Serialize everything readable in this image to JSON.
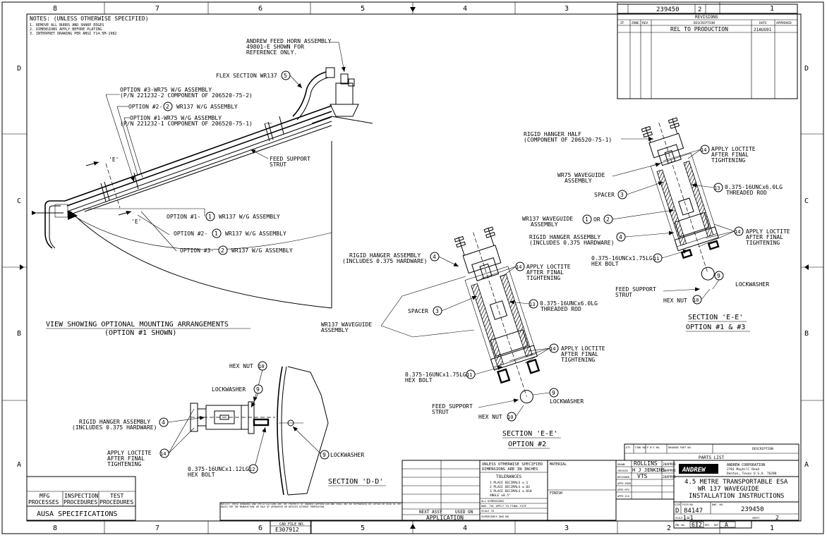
{
  "border": {
    "col_labels": [
      "8",
      "7",
      "6",
      "5",
      "4",
      "3",
      "2",
      "1"
    ],
    "row_labels": [
      "D",
      "C",
      "B",
      "A"
    ]
  },
  "notes": {
    "title": "NOTES: (UNLESS OTHERWISE SPECIFIED)",
    "lines": [
      "1. REMOVE ALL BURRS AND SHARP EDGES",
      "2. DIMENSIONS APPLY BEFORE PLATING",
      "3. INTERPRET DRAWING PER ANSI Y14.5M-1982"
    ]
  },
  "top_right_block": {
    "dwg_no": "239450",
    "rev": "2"
  },
  "revisions": {
    "title": "REVISIONS",
    "headers": [
      "ZF",
      "ZONE",
      "REV",
      "DESCRIPTION",
      "DATE",
      "APPROVED"
    ],
    "rows": [
      {
        "description": "REL TO PRODUCTION",
        "date": "21AUG91"
      }
    ]
  },
  "view_main": {
    "feed_horn_callout": [
      "ANDREW FEED HORN ASSEMBLY",
      "49801-E SHOWN FOR",
      "REFERENCE ONLY."
    ],
    "flex_section": "FLEX SECTION WR137",
    "flex_bubble": "5",
    "opt3_wr75_line1": "OPTION #3-WR75 W/G ASSEMBLY",
    "opt3_wr75_line2": "(P/N 221232-2 COMPONENT OF 206520-75-2)",
    "opt2_prefix": "OPTION #2-",
    "opt2_bubble": "2",
    "opt2_suffix": "WR137 W/G ASSEMBLY",
    "opt1_wr75_line1": "OPTION #1-WR75 W/G ASSEMBLY",
    "opt1_wr75_line2": "(P/N 221232-1 COMPONENT OF 206520-75-1)",
    "feed_support": [
      "FEED SUPPORT",
      "STRUT"
    ],
    "e_mark_top": "'E'",
    "e_mark_bottom": "'E'",
    "lower_opts": [
      {
        "prefix": "OPTION #1-",
        "bubble": "1",
        "suffix": "WR137 W/G ASSEMBLY"
      },
      {
        "prefix": "OPTION #2-",
        "bubble": "1",
        "suffix": "WR137 W/G ASSEMBLY"
      },
      {
        "prefix": "OPTION #3-",
        "bubble": "2",
        "suffix": "WR137 W/G ASSEMBLY"
      }
    ],
    "view_title_1": "VIEW SHOWING OPTIONAL MOUNTING ARRANGEMENTS",
    "view_title_2": "(OPTION #1 SHOWN)"
  },
  "section_e_right": {
    "rigid_half": [
      "RIGID HANGER HALF",
      "(COMPONENT OF 206520-75-1)"
    ],
    "loctite_top": [
      "APPLY LOCTITE",
      "AFTER FINAL",
      "TIGHTENING"
    ],
    "loctite_top_bubble": "14",
    "wr75": [
      "WR75 WAVEGUIDE",
      "ASSEMBLY"
    ],
    "spacer": "SPACER",
    "spacer_bubble": "3",
    "rod": [
      "0.375-16UNCx6.0LG",
      "THREADED ROD"
    ],
    "rod_bubble": "13",
    "wr137": [
      "WR137 WAVEGUIDE",
      "ASSEMBLY"
    ],
    "wr137_bubble_a": "1",
    "wr137_or": "OR",
    "wr137_bubble_b": "2",
    "rigid_asm": [
      "RIGID HANGER ASSEMBLY",
      "(INCLUDES 0.375 HARDWARE)"
    ],
    "rigid_asm_bubble": "4",
    "loctite_mid": [
      "APPLY LOCTITE",
      "AFTER FINAL",
      "TIGHTENING"
    ],
    "loctite_mid_bubble": "14",
    "bolt": [
      "0.375-16UNCx1.75LG",
      "HEX BOLT"
    ],
    "bolt_bubble": "11",
    "lockwasher": "LOCKWASHER",
    "lockwasher_bubble": "9",
    "feed_strut": [
      "FEED SUPPORT",
      "STRUT"
    ],
    "hexnut": "HEX NUT",
    "hexnut_bubble": "10",
    "title": "SECTION 'E-E'",
    "subtitle": "OPTION #1 & #3"
  },
  "section_e_center": {
    "rigid_asm": [
      "RIGID HANGER ASSEMBLY",
      "(INCLUDES 0.375 HARDWARE)"
    ],
    "rigid_asm_bubble": "4",
    "loctite_top": [
      "APPLY LOCTITE",
      "AFTER FINAL",
      "TIGHTENING"
    ],
    "loctite_top_bubble": "14",
    "spacer": "SPACER",
    "spacer_bubble": "3",
    "rod": [
      "0.375-16UNCx6.0LG",
      "THREADED ROD"
    ],
    "rod_bubble": "13",
    "wr137": [
      "WR137 WAVEGUIDE",
      "ASSEMBLY"
    ],
    "loctite_bot": [
      "APPLY LOCTITE",
      "AFTER FINAL",
      "TIGHTENING"
    ],
    "loctite_bot_bubble": "14",
    "bolt": [
      "0.375-16UNCx1.75LG",
      "HEX BOLT"
    ],
    "bolt_bubble": "11",
    "lockwasher": "LOCKWASHER",
    "lockwasher_bubble": "9",
    "feed_strut": [
      "FEED SUPPORT",
      "STRUT"
    ],
    "hexnut": "HEX NUT",
    "hexnut_bubble": "10",
    "title": "SECTION 'E-E'",
    "subtitle": "OPTION #2"
  },
  "section_d": {
    "hexnut": "HEX NUT",
    "hexnut_bubble": "10",
    "lockwasher": "LOCKWASHER",
    "lockwasher_bubble": "9",
    "rigid_asm": [
      "RIGID HANGER ASSEMBLY",
      "(INCLUDES 0.375 HARDWARE)"
    ],
    "rigid_asm_bubble": "4",
    "loctite": [
      "APPLY LOCTITE",
      "AFTER FINAL",
      "TIGHTENING"
    ],
    "loctite_bubble": "14",
    "bolt": [
      "0.375-16UNCx1.12LG",
      "HEX BOLT"
    ],
    "bolt_bubble": "12",
    "lockwasher2": "LOCKWASHER",
    "lockwasher2_bubble": "9",
    "title": "SECTION 'D-D'"
  },
  "procedures": {
    "cells": [
      [
        "MFG",
        "PROCESSES"
      ],
      [
        "INSPECTION",
        "PROCEDURES"
      ],
      [
        "TEST",
        "PROCEDURES"
      ]
    ],
    "spec": "AUSA SPECIFICATIONS"
  },
  "footer_box": {
    "cad_label": "CAD FILE NO.",
    "cad_value": "E307912"
  },
  "application": {
    "next_assy": "NEXT ASSY",
    "used_on": "USED ON",
    "label": "APPLICATION"
  },
  "tolerances": {
    "head1": "UNLESS OTHERWISE SPECIFIED",
    "head2": "DIMENSIONS ARE IN INCHES",
    "title": "TOLERANCES",
    "lines": [
      "1 PLACE DECIMALS ±.1",
      "2 PLACE DECIMALS ±.03",
      "3 PLACE DECIMALS ±.010",
      "ANGLE ±0.5°"
    ],
    "extra": [
      "ALL DIMENSIONS",
      "DWG. TOL APPLY TO FINAL SIZE",
      "SCALE TO",
      "SUPERSEDES DWG NO."
    ]
  },
  "material": "MATERIAL",
  "finish": "FINISH",
  "signoff": {
    "rows": [
      {
        "role": "DRAWN",
        "name": "ROLLINS",
        "date": "20APR91"
      },
      {
        "role": "CHECKED",
        "name": "H J JENKINS",
        "date": "20APR91"
      },
      {
        "role": "DESIGNED",
        "name": "VTS",
        "date": "20APR91"
      },
      {
        "role": "APPD ENGR",
        "name": "",
        "date": ""
      },
      {
        "role": "APPD MFG",
        "name": "",
        "date": ""
      },
      {
        "role": "APPD Q/A",
        "name": "",
        "date": ""
      }
    ]
  },
  "company": {
    "logo": "ANDREW",
    "name": "ANDREW CORPORATION",
    "addr1": "2701 Mayhill Road",
    "addr2": "Denton, Texas U.S.A. 76208"
  },
  "title_block": {
    "line1": "4.5 METRE TRANSPORTABLE ESA",
    "line2": "WR 137 WAVEGUIDE",
    "line3": "INSTALLATION INSTRUCTIONS",
    "size_label": "SIZE",
    "size": "D",
    "fscm_label": "FSCM NO.",
    "fscm": "84147",
    "dwg_label": "DWG. NO.",
    "dwg": "239450",
    "scale_label": "SCALE",
    "scale": "1=1",
    "sheet_label": "SHEET",
    "sheet": "2",
    "rev_label": "REV",
    "rev": "2",
    "pnl_label": "PNL NO.",
    "pnl": "6",
    "ref_label": "REF",
    "ref": "A"
  },
  "parts_list": {
    "title": "PARTS LIST",
    "headers": [
      "QTY",
      "FIND NO.",
      "P N'S NO.",
      "DRAWING PART NO.",
      "DESCRIPTION"
    ]
  },
  "fine_print": "NOTICE: THESE DRAWINGS AND SPECIFICATIONS ARE THE PROPERTY OF ANDREW CORPORATION AND SHALL NOT BE REPRODUCED OR COPIED OR USED AS THE BASIS FOR THE MANUFACTURE OR SALE OF APPARATUS OR DEVICES WITHOUT PERMISSION."
}
